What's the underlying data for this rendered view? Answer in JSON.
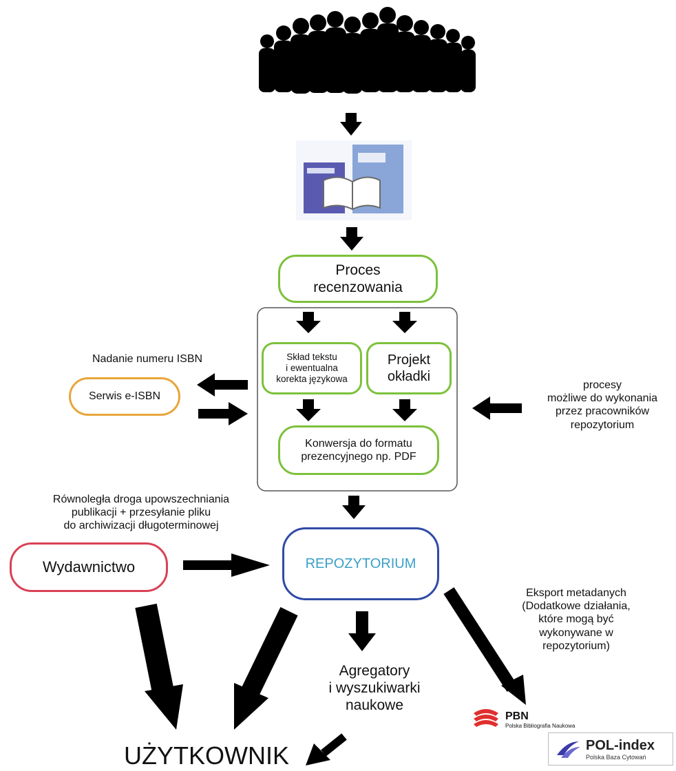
{
  "nodes": {
    "proces": "Proces\nrecenzowania",
    "sklad": "Skład tekstu\ni ewentualna\nkorekta językowa",
    "projekt": "Projekt\nokładki",
    "konwersja": "Konwersja do formatu\nprezencyjnego np. PDF",
    "serwis": "Serwis e-ISBN",
    "repozytorium": "REPOZYTORIUM",
    "wydawnictwo": "Wydawnictwo",
    "agregatory": "Agregatory\ni wyszukiwarki\nnaukowe",
    "uzytkownik": "UŻYTKOWNIK"
  },
  "labels": {
    "isbn": "Nadanie numeru ISBN",
    "procesy": "procesy\nmożliwe do wykonania\nprzez pracowników\nrepozytorium",
    "rownolegla": "Równoległa droga upowszechniania\npublikacji + przesyłanie pliku\ndo archiwizacji długoterminowej",
    "eksport": "Eksport metadanych\n(Dodatkowe działania,\nktóre mogą być\nwykonywane w\nrepozytorium)"
  },
  "logos": {
    "pbn_title": "PBN",
    "pbn_subtitle": "Polska Bibliografia Naukowa",
    "pol_title": "POL-index",
    "pol_subtitle": "Polska Baza Cytowań"
  },
  "colors": {
    "green_border": "#7cc13b",
    "orange_border": "#e8a53a",
    "blue_border": "#2f4aa6",
    "red_border": "#d94055",
    "repo_text": "#3aa0c8",
    "arrow": "#000000"
  }
}
